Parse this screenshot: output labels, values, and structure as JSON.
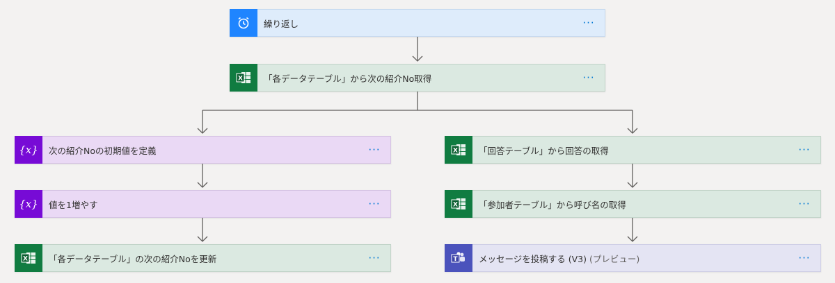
{
  "flow": {
    "more_label": "···",
    "steps": {
      "recurrence": {
        "label": "繰り返し",
        "icon": "alarm-clock-icon"
      },
      "get_next_no": {
        "label": "「各データテーブル」から次の紹介No取得",
        "icon": "excel-icon"
      },
      "init_var": {
        "label": "次の紹介Noの初期値を定義",
        "icon": "variable-icon"
      },
      "increment_var": {
        "label": "値を1増やす",
        "icon": "variable-icon"
      },
      "update_row": {
        "label": "「各データテーブル」の次の紹介Noを更新",
        "icon": "excel-icon"
      },
      "get_answers": {
        "label": "「回答テーブル」から回答の取得",
        "icon": "excel-icon"
      },
      "get_names": {
        "label": "「参加者テーブル」から呼び名の取得",
        "icon": "excel-icon"
      },
      "post_message": {
        "label": "メッセージを投稿する (V3)",
        "suffix": "(プレビュー)",
        "icon": "teams-icon"
      }
    }
  },
  "colors": {
    "excel": "#107c41",
    "schedule": "#1f85ff",
    "variable": "#770bd6",
    "teams": "#4b53bc",
    "more_dots": "#0078d4"
  }
}
